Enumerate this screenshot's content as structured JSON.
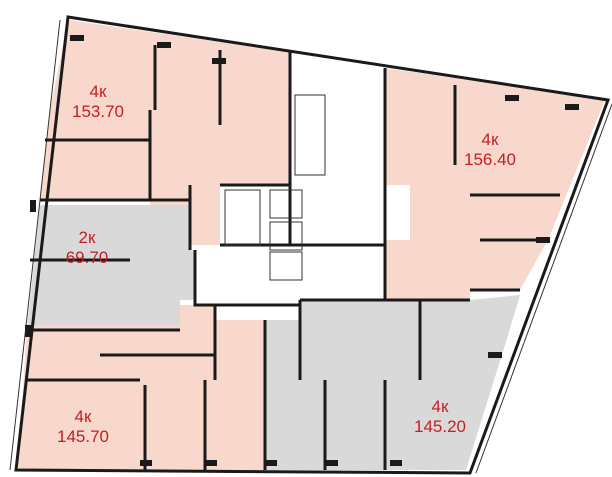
{
  "colors": {
    "apartment_pink": "#f8d8cc",
    "apartment_gray": "#d9d9d9",
    "label_red": "#c41e24",
    "core": "#ffffff"
  },
  "apartments": [
    {
      "rooms": "4к",
      "area": "153.70"
    },
    {
      "rooms": "4к",
      "area": "156.40"
    },
    {
      "rooms": "2к",
      "area": "69.70"
    },
    {
      "rooms": "4к",
      "area": "145.70"
    },
    {
      "rooms": "4к",
      "area": "145.20"
    }
  ]
}
